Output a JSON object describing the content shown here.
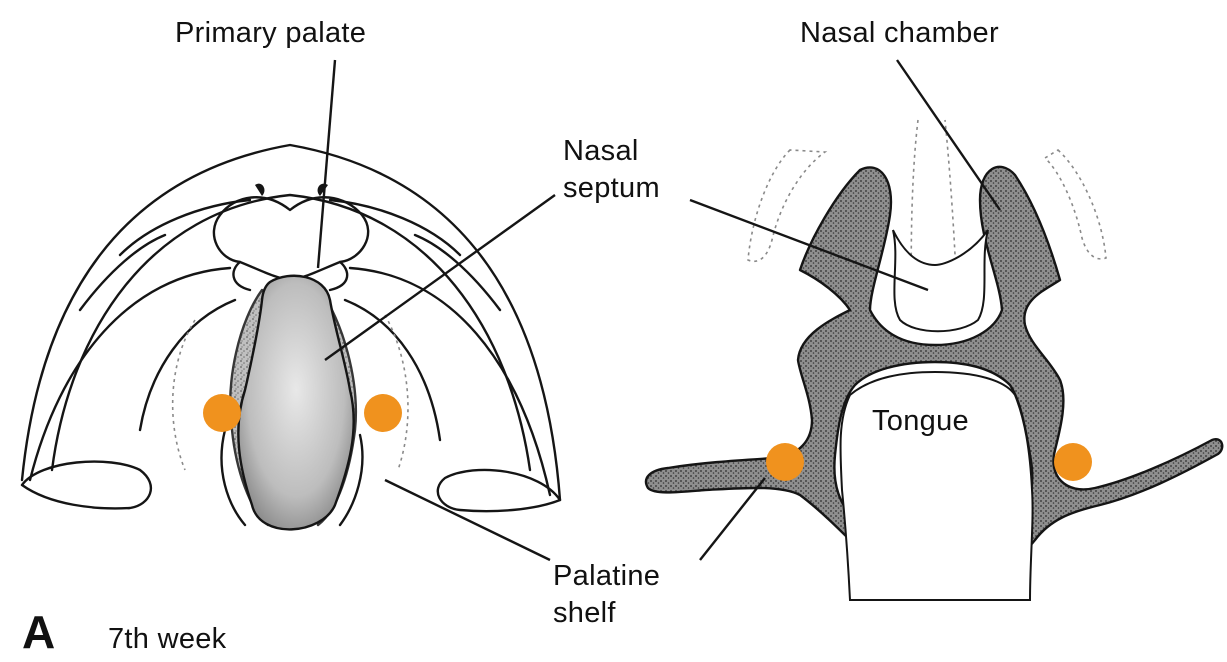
{
  "labels": {
    "primary_palate": "Primary palate",
    "nasal_chamber": "Nasal chamber",
    "nasal_septum_line1": "Nasal",
    "nasal_septum_line2": "septum",
    "tongue": "Tongue",
    "palatine_shelf_line1": "Palatine",
    "palatine_shelf_line2": "shelf",
    "panel_letter": "A",
    "stage": "7th week"
  },
  "colors": {
    "marker": "#f0921e",
    "ink": "#151515",
    "stipple": "#9a9a9a",
    "background": "#ffffff"
  }
}
